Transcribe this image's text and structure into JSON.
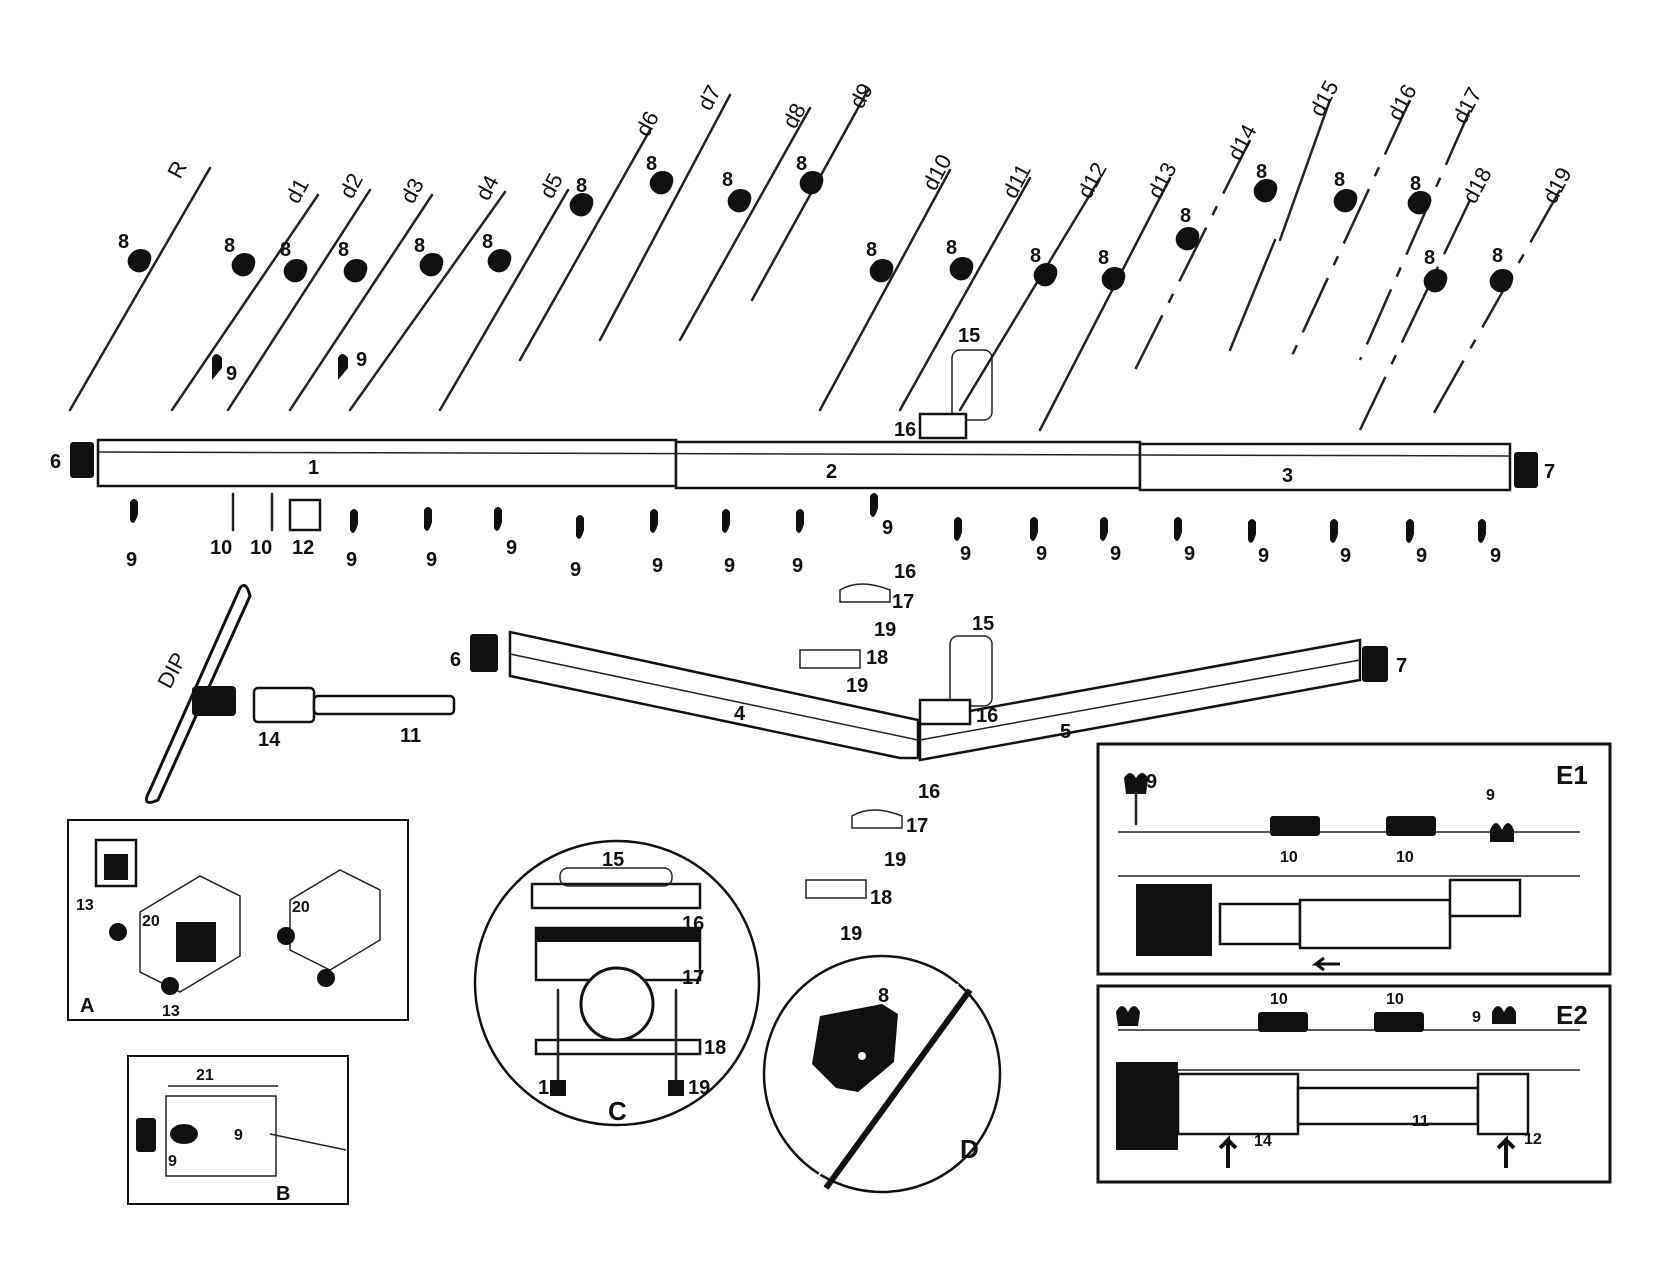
{
  "elements": [
    "R",
    "d1",
    "d2",
    "d3",
    "d4",
    "d5",
    "d6",
    "d7",
    "d8",
    "d9",
    "d10",
    "d11",
    "d12",
    "d13",
    "d14",
    "d15",
    "d16",
    "d17",
    "d18",
    "d19"
  ],
  "dipole_label": "DIP",
  "labels": {
    "n1": "1",
    "n2": "2",
    "n3": "3",
    "n4": "4",
    "n5": "5",
    "n6": "6",
    "n7": "7",
    "n8": "8",
    "n9": "9",
    "n10": "10",
    "n11": "11",
    "n12": "12",
    "n13": "13",
    "n14": "14",
    "n15": "15",
    "n16": "16",
    "n17": "17",
    "n18": "18",
    "n19": "19",
    "n20": "20",
    "n21": "21"
  },
  "insets": {
    "A": "A",
    "B": "B",
    "C": "C",
    "D": "D",
    "E1": "E1",
    "E2": "E2"
  }
}
